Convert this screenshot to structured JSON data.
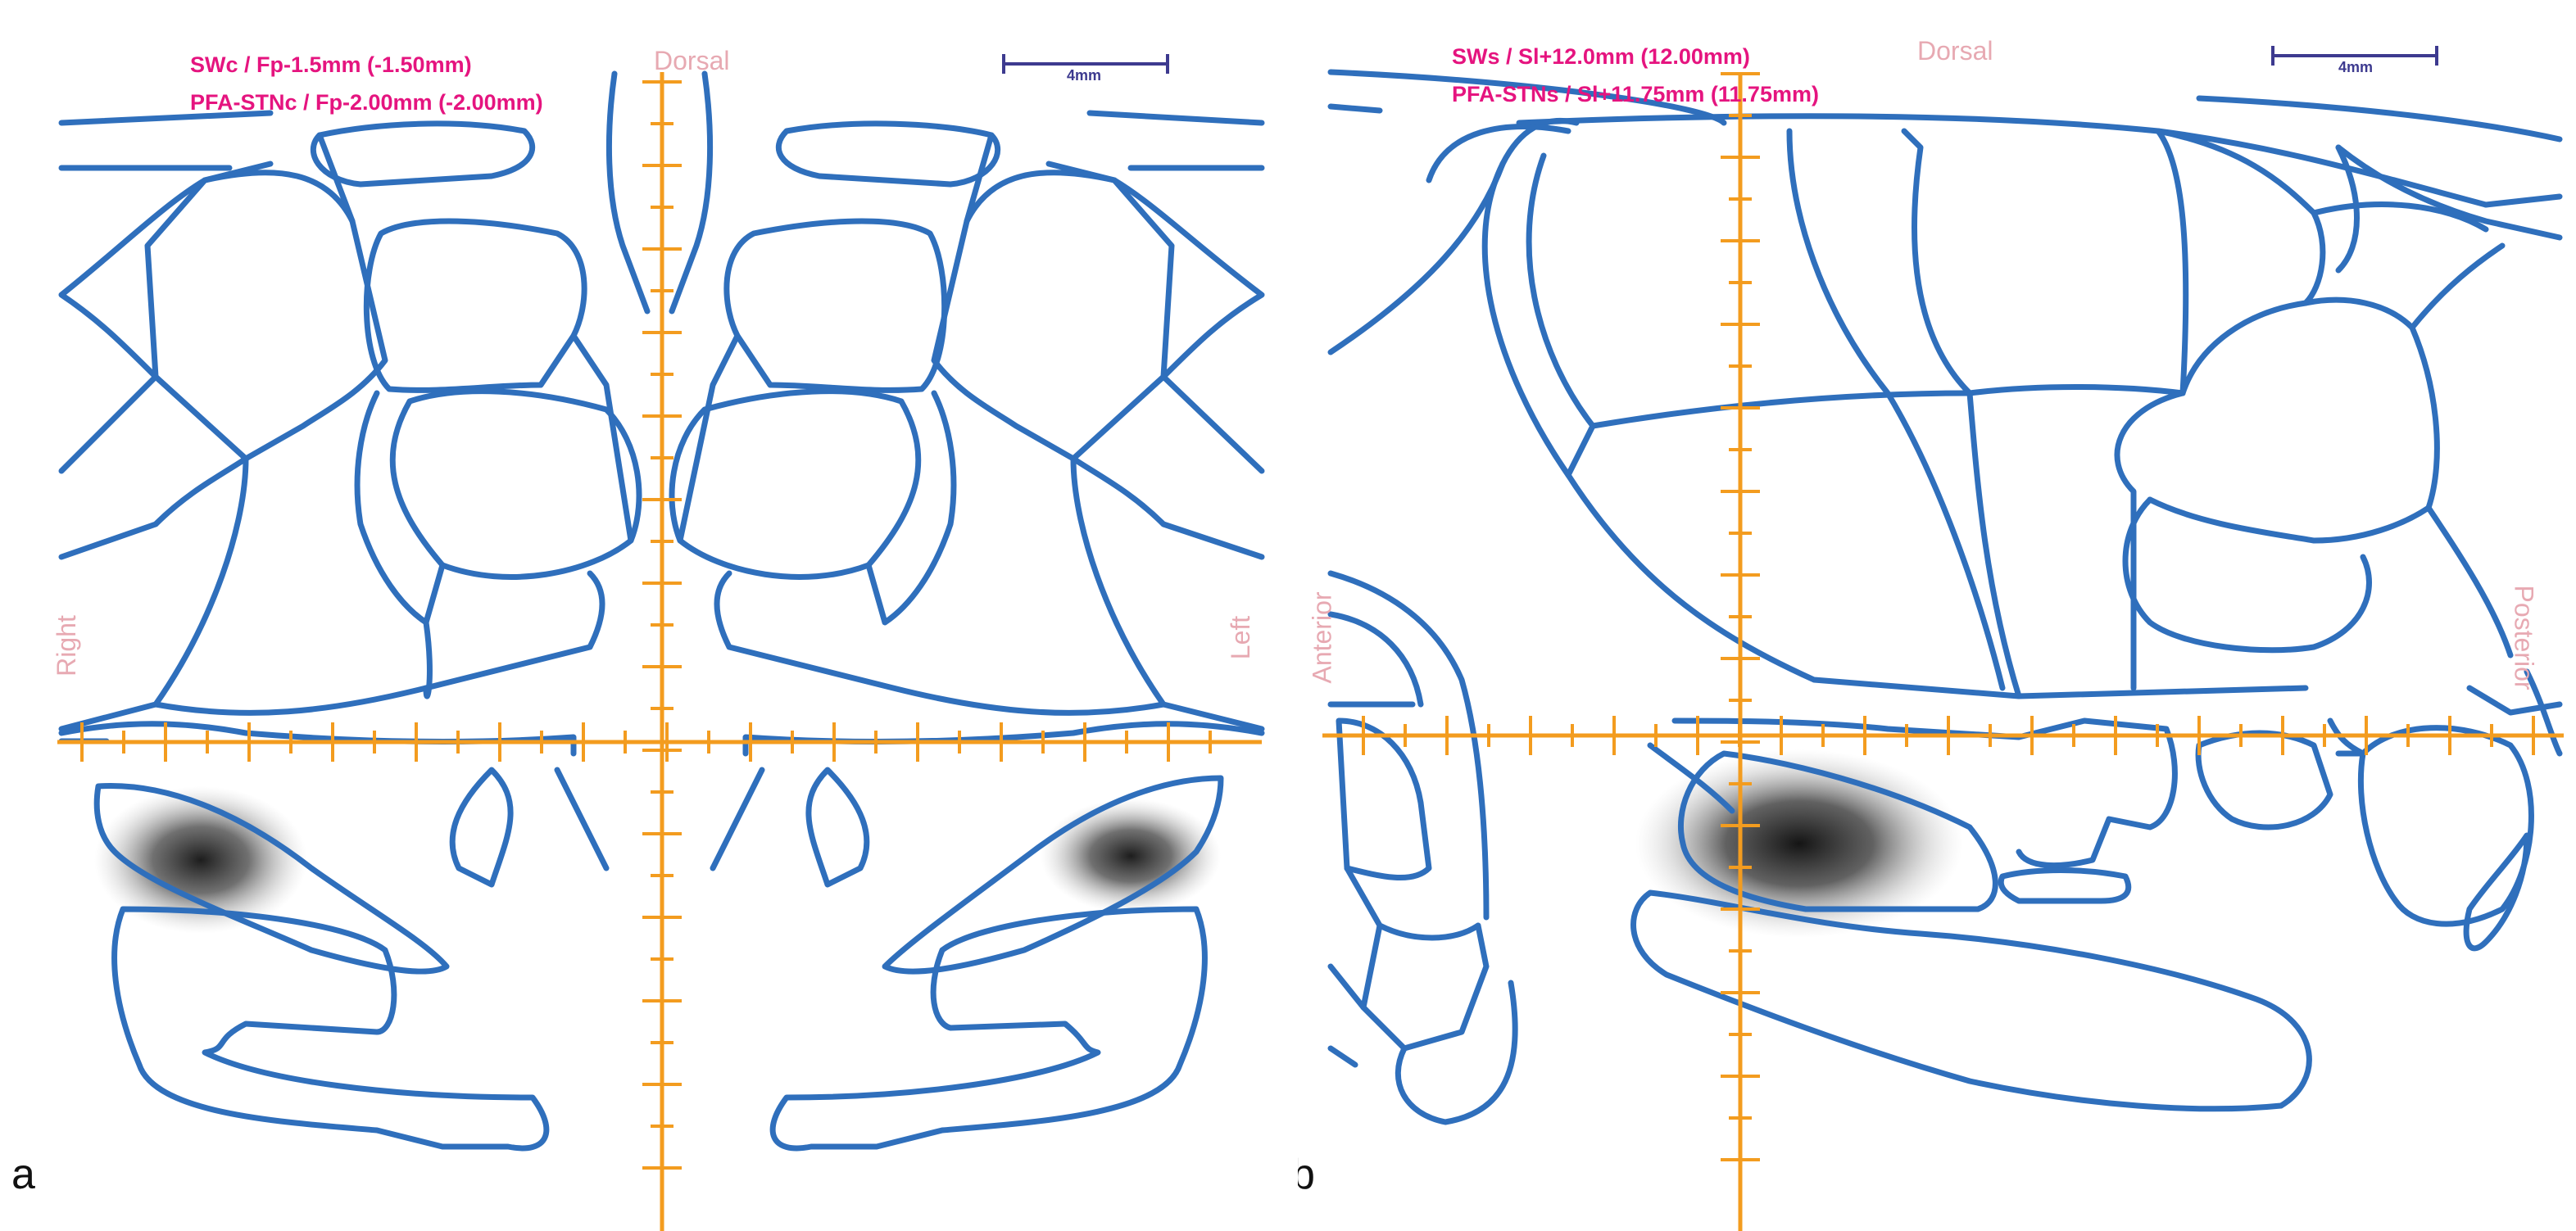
{
  "panels": [
    {
      "letter": "a",
      "coord_line_1": "SWc / Fp-1.5mm (-1.50mm)",
      "coord_line_2": "PFA-STNc / Fp-2.00mm (-2.00mm)",
      "top_label": "Dorsal",
      "left_label": "Right",
      "right_label": "Left",
      "scale_label": "4mm"
    },
    {
      "letter": "b",
      "coord_line_1": "SWs / Sl+12.0mm (12.00mm)",
      "coord_line_2": "PFA-STNs / Sl+11.75mm (11.75mm)",
      "top_label": "Dorsal",
      "left_label": "Anterior",
      "right_label": "Posterior",
      "scale_label": "4mm"
    }
  ],
  "colors": {
    "outline": "#2f6fbc",
    "axis": "#f39c1f",
    "coord_text": "#e5147f",
    "direction_text": "#e7a9b2",
    "scale_bar": "#3d3a8f"
  }
}
